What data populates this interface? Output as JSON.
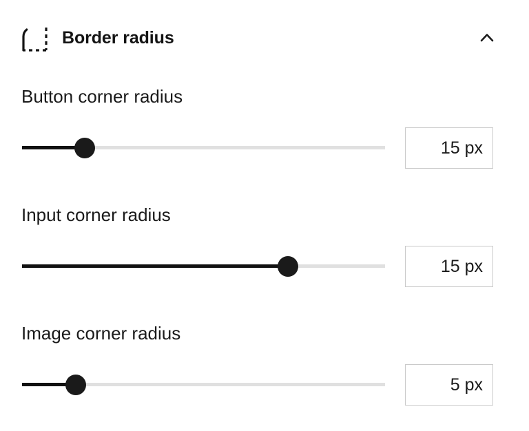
{
  "header": {
    "title": "Border radius",
    "icon": "border-radius-icon",
    "collapse_icon": "chevron-up-icon",
    "collapsed": false
  },
  "colors": {
    "text": "#1a1a1a",
    "track_inactive": "#e0e0e0",
    "track_active": "#111111",
    "thumb": "#1a1a1a",
    "box_border": "#c9c9c9",
    "background": "#ffffff"
  },
  "settings": [
    {
      "label": "Button corner radius",
      "value": 15,
      "unit": "px",
      "value_text": "15 px",
      "fill_percent": 17.3
    },
    {
      "label": "Input corner radius",
      "value": 15,
      "unit": "px",
      "value_text": "15 px",
      "fill_percent": 73.2
    },
    {
      "label": "Image corner radius",
      "value": 5,
      "unit": "px",
      "value_text": "5 px",
      "fill_percent": 14.8
    }
  ]
}
